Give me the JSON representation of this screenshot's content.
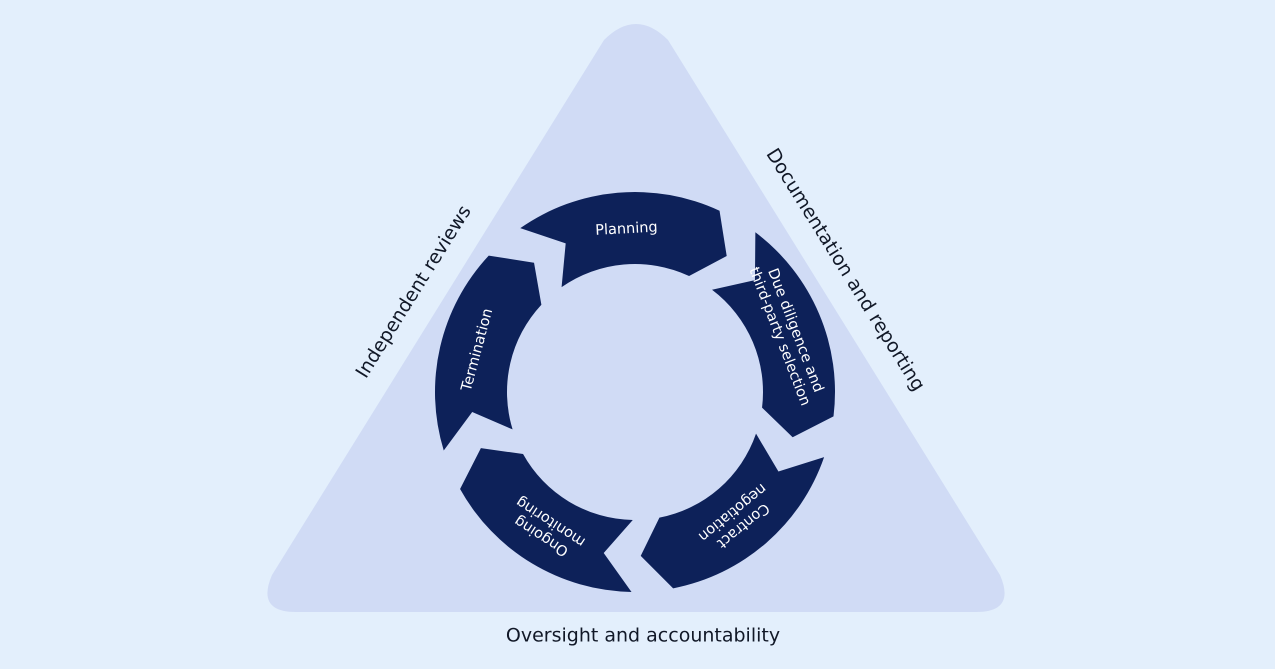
{
  "colors": {
    "background": "#e3effc",
    "triangle": "#d0dbf5",
    "ring_segment": "#0d2159",
    "segment_text": "#ffffff",
    "label_text": "#111827"
  },
  "triangle_sides": {
    "left": "Independent reviews",
    "right": "Documentation and reporting",
    "bottom": "Oversight and accountability"
  },
  "cycle": {
    "stages": [
      {
        "id": "planning",
        "lines": [
          "Planning"
        ]
      },
      {
        "id": "due-diligence",
        "lines": [
          "Due diligence and",
          "third-party selection"
        ]
      },
      {
        "id": "contract-negotiation",
        "lines": [
          "Contract",
          "negotiation"
        ]
      },
      {
        "id": "ongoing-monitoring",
        "lines": [
          "Ongoing",
          "monitoring"
        ]
      },
      {
        "id": "termination",
        "lines": [
          "Termination"
        ]
      }
    ]
  }
}
